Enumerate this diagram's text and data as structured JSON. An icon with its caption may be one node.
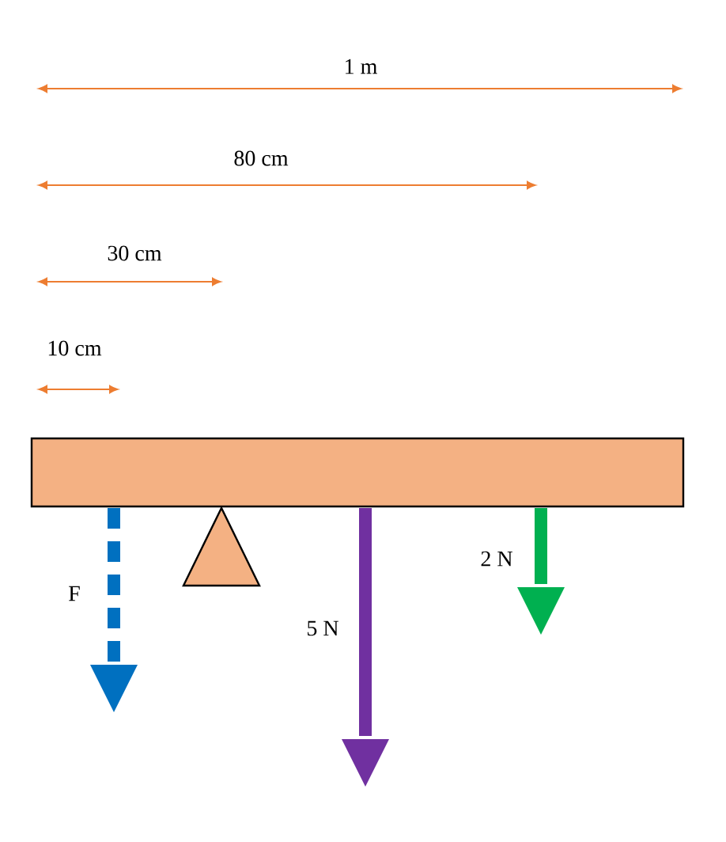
{
  "diagram": {
    "nodes": [
      {
        "text": [],
        "shape": "box"
      },
      {
        "text": [],
        "shape": "triangle"
      }
    ],
    "labels": [
      "1 m",
      "80 cm",
      "30 cm",
      "10 cm",
      "F",
      "5 N",
      "2 N"
    ]
  }
}
